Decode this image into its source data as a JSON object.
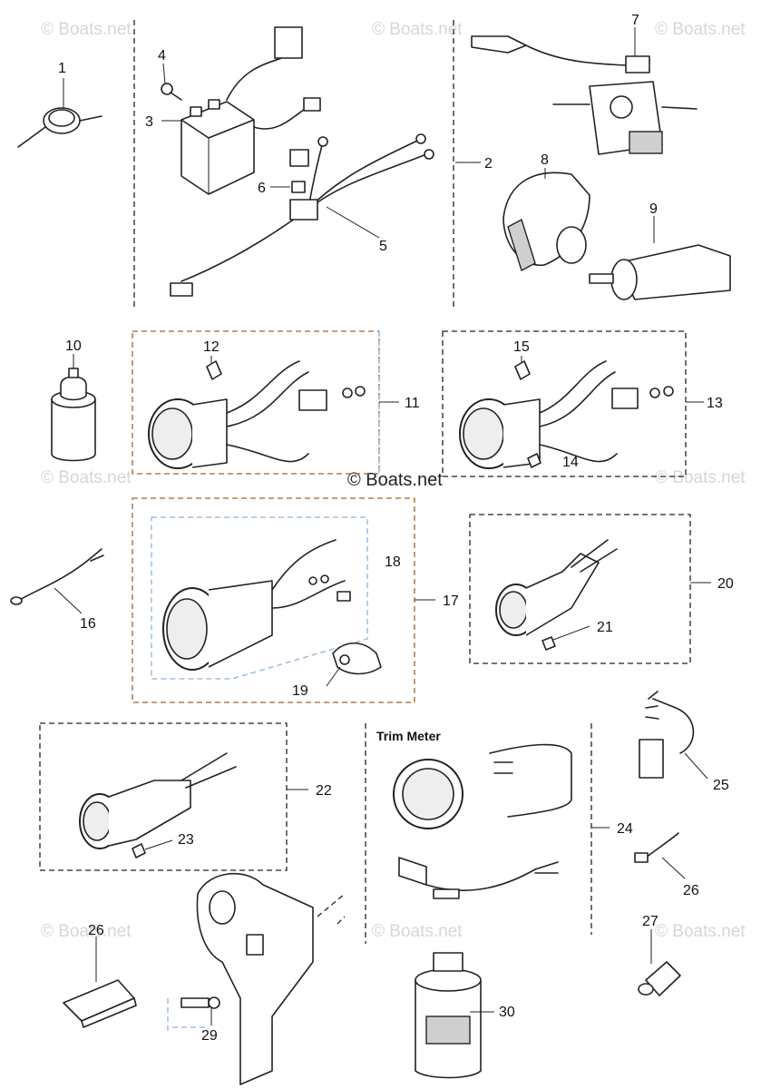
{
  "watermark": {
    "corner_text": "© Boats.net",
    "center_text": "© Boats.net"
  },
  "section_heading": "Trim Meter",
  "callouts": [
    {
      "id": "1",
      "label": "1"
    },
    {
      "id": "2",
      "label": "2"
    },
    {
      "id": "3",
      "label": "3"
    },
    {
      "id": "4",
      "label": "4"
    },
    {
      "id": "5",
      "label": "5"
    },
    {
      "id": "6",
      "label": "6"
    },
    {
      "id": "7",
      "label": "7"
    },
    {
      "id": "8",
      "label": "8"
    },
    {
      "id": "9",
      "label": "9"
    },
    {
      "id": "10",
      "label": "10"
    },
    {
      "id": "11",
      "label": "11"
    },
    {
      "id": "12",
      "label": "12"
    },
    {
      "id": "13",
      "label": "13"
    },
    {
      "id": "14",
      "label": "14"
    },
    {
      "id": "15",
      "label": "15"
    },
    {
      "id": "16",
      "label": "16"
    },
    {
      "id": "17",
      "label": "17"
    },
    {
      "id": "18",
      "label": "18"
    },
    {
      "id": "19",
      "label": "19"
    },
    {
      "id": "20",
      "label": "20"
    },
    {
      "id": "21",
      "label": "21"
    },
    {
      "id": "22",
      "label": "22"
    },
    {
      "id": "23",
      "label": "23"
    },
    {
      "id": "24",
      "label": "24"
    },
    {
      "id": "25",
      "label": "25"
    },
    {
      "id": "26a",
      "label": "26"
    },
    {
      "id": "26b",
      "label": "26"
    },
    {
      "id": "27",
      "label": "27"
    },
    {
      "id": "29",
      "label": "29"
    },
    {
      "id": "30",
      "label": "30"
    }
  ]
}
